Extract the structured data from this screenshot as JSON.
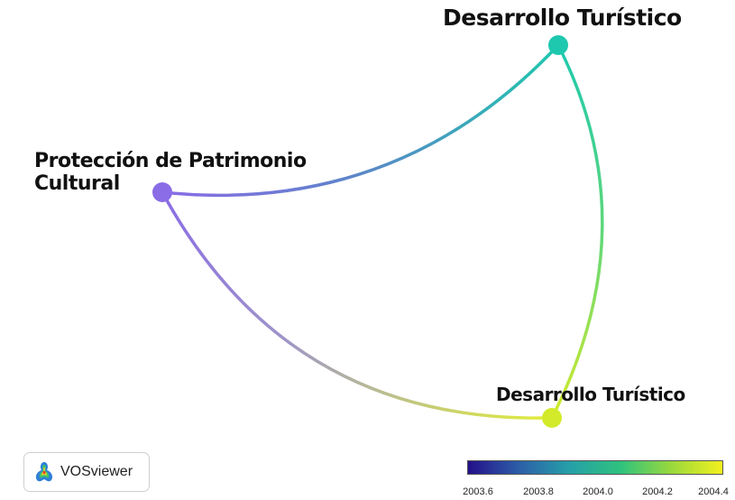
{
  "nodes": {
    "top": {
      "label": "Desarrollo Turístico",
      "color": "#1ec8ae"
    },
    "left": {
      "label_line1": "Protección de Patrimonio",
      "label_line2": "Cultural",
      "color": "#8a6ce6"
    },
    "bottom": {
      "label": "Desarrollo Turístico",
      "color": "#d3ea2a"
    }
  },
  "logo": {
    "text": "VOSviewer"
  },
  "colorbar": {
    "ticks": [
      "2003.6",
      "2003.8",
      "2004.0",
      "2004.2",
      "2004.4"
    ],
    "colors": [
      "#2b1b8c",
      "#2d6fa4",
      "#25a4a4",
      "#35c47a",
      "#9bdb3c",
      "#f0f020"
    ]
  }
}
